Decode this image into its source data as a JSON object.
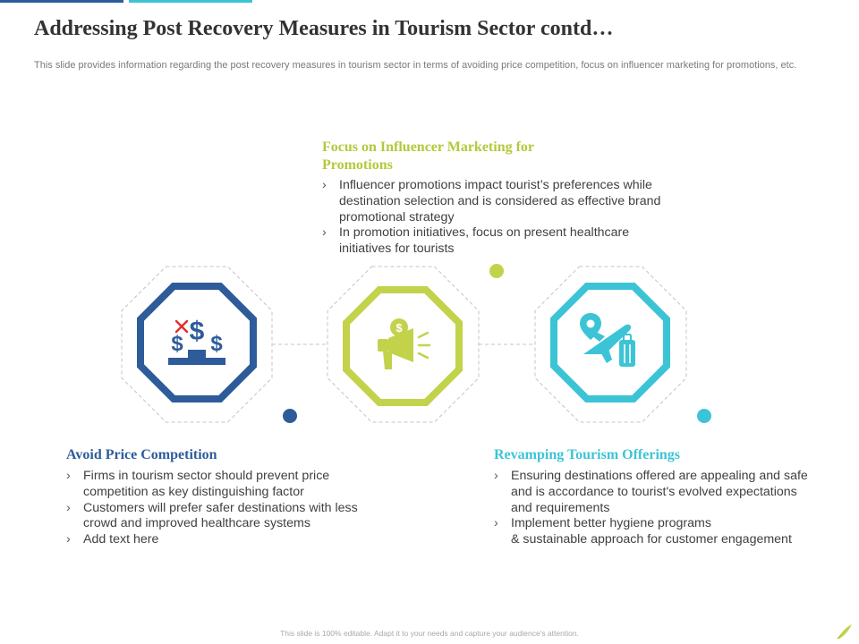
{
  "slide": {
    "title": "Addressing Post Recovery Measures in Tourism Sector contd…",
    "subtitle": "This slide provides information regarding the post recovery measures in tourism sector in terms of avoiding price competition, focus on influencer marketing for promotions, etc."
  },
  "sections": {
    "influencer": {
      "heading": [
        "Focus on Influencer Marketing for",
        "Promotions"
      ],
      "bullets": [
        [
          "Influencer promotions impact tourist’s preferences while",
          "destination selection and is considered as effective brand",
          "promotional strategy"
        ],
        [
          "In promotion initiatives, focus on present healthcare",
          "initiatives for tourists"
        ]
      ],
      "icon": "megaphone-dollar-icon",
      "color": "#c3d24b"
    },
    "price": {
      "heading": "Avoid Price Competition",
      "bullets": [
        [
          "Firms in tourism sector should prevent price",
          "competition as key distinguishing factor"
        ],
        [
          "Customers will prefer safer destinations with less",
          "crowd and improved healthcare systems"
        ],
        [
          "Add text here"
        ]
      ],
      "icon": "dollar-podium-icon",
      "color": "#2e5c9a"
    },
    "offerings": {
      "heading": "Revamping Tourism Offerings",
      "bullets": [
        [
          "Ensuring destinations offered are appealing and safe",
          "and is accordance to tourist's evolved expectations",
          "and requirements"
        ],
        [
          "Implement better hygiene programs",
          "& sustainable approach for customer engagement"
        ]
      ],
      "icon": "travel-plane-luggage-icon",
      "color": "#3cc4d6"
    }
  },
  "footer": {
    "note": "This slide is 100% editable. Adapt it to your needs and capture your audience's attention.",
    "icon": "brand-leaf-icon"
  },
  "colors": {
    "dark_blue": "#2e5c9a",
    "lime": "#c3d24b",
    "heading_lime": "#b5c83a",
    "cyan": "#3cc4d6",
    "red_x": "#e03030"
  }
}
